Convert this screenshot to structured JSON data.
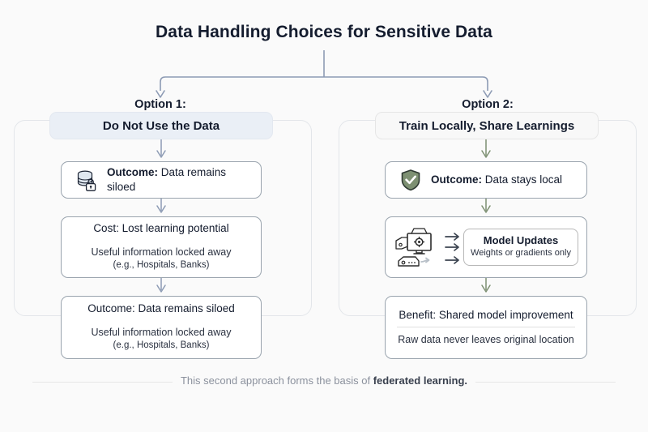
{
  "title": "Data Handling Choices for Sensitive Data",
  "options": [
    {
      "label": "Option 1:",
      "heading": "Do Not Use the Data",
      "accent": "#8d9bb4",
      "cards": [
        {
          "icon": "database-lock-icon",
          "title_bold": "Outcome:",
          "title_rest": " Data remains siloed"
        },
        {
          "head_bold": "Cost:",
          "head_rest": " Lost learning potential",
          "sub": "Useful information locked away",
          "sub_small": "(e.g., Hospitals, Banks)"
        },
        {
          "head_bold": "Outcome:",
          "head_rest": " Data remains siloed",
          "sub_bold": "Useful",
          "sub_rest": " information locked away",
          "sub_small": "(e.g., Hospitals, Banks)"
        }
      ]
    },
    {
      "label": "Option 2:",
      "heading": "Train Locally, Share Learnings",
      "accent": "#7d9072",
      "cards": [
        {
          "icon": "shield-check-icon",
          "title_bold": "Outcome:",
          "title_rest": " Data stays local"
        },
        {
          "icon": "devices-icon",
          "model_title": "Model Updates",
          "model_sub": "Weights or gradients only"
        },
        {
          "head_bold": "Benefit:",
          "head_rest": " Shared model improvement",
          "sub_bold": "Raw data",
          "sub_rest": " never leaves original location"
        }
      ]
    }
  ],
  "footer": {
    "text": "This second approach forms the basis of ",
    "emphasis": "federated learning."
  },
  "colors": {
    "background": "#fafafa",
    "text": "#141c2e",
    "option1_accent": "#8d9bb4",
    "option2_accent": "#7d9072",
    "shield_green": "#7d9072",
    "database_blue": "#dfe7ef",
    "card_border": "#9aa4ae",
    "shell_border": "#e3e6ea",
    "footer_text": "#8b919d"
  }
}
